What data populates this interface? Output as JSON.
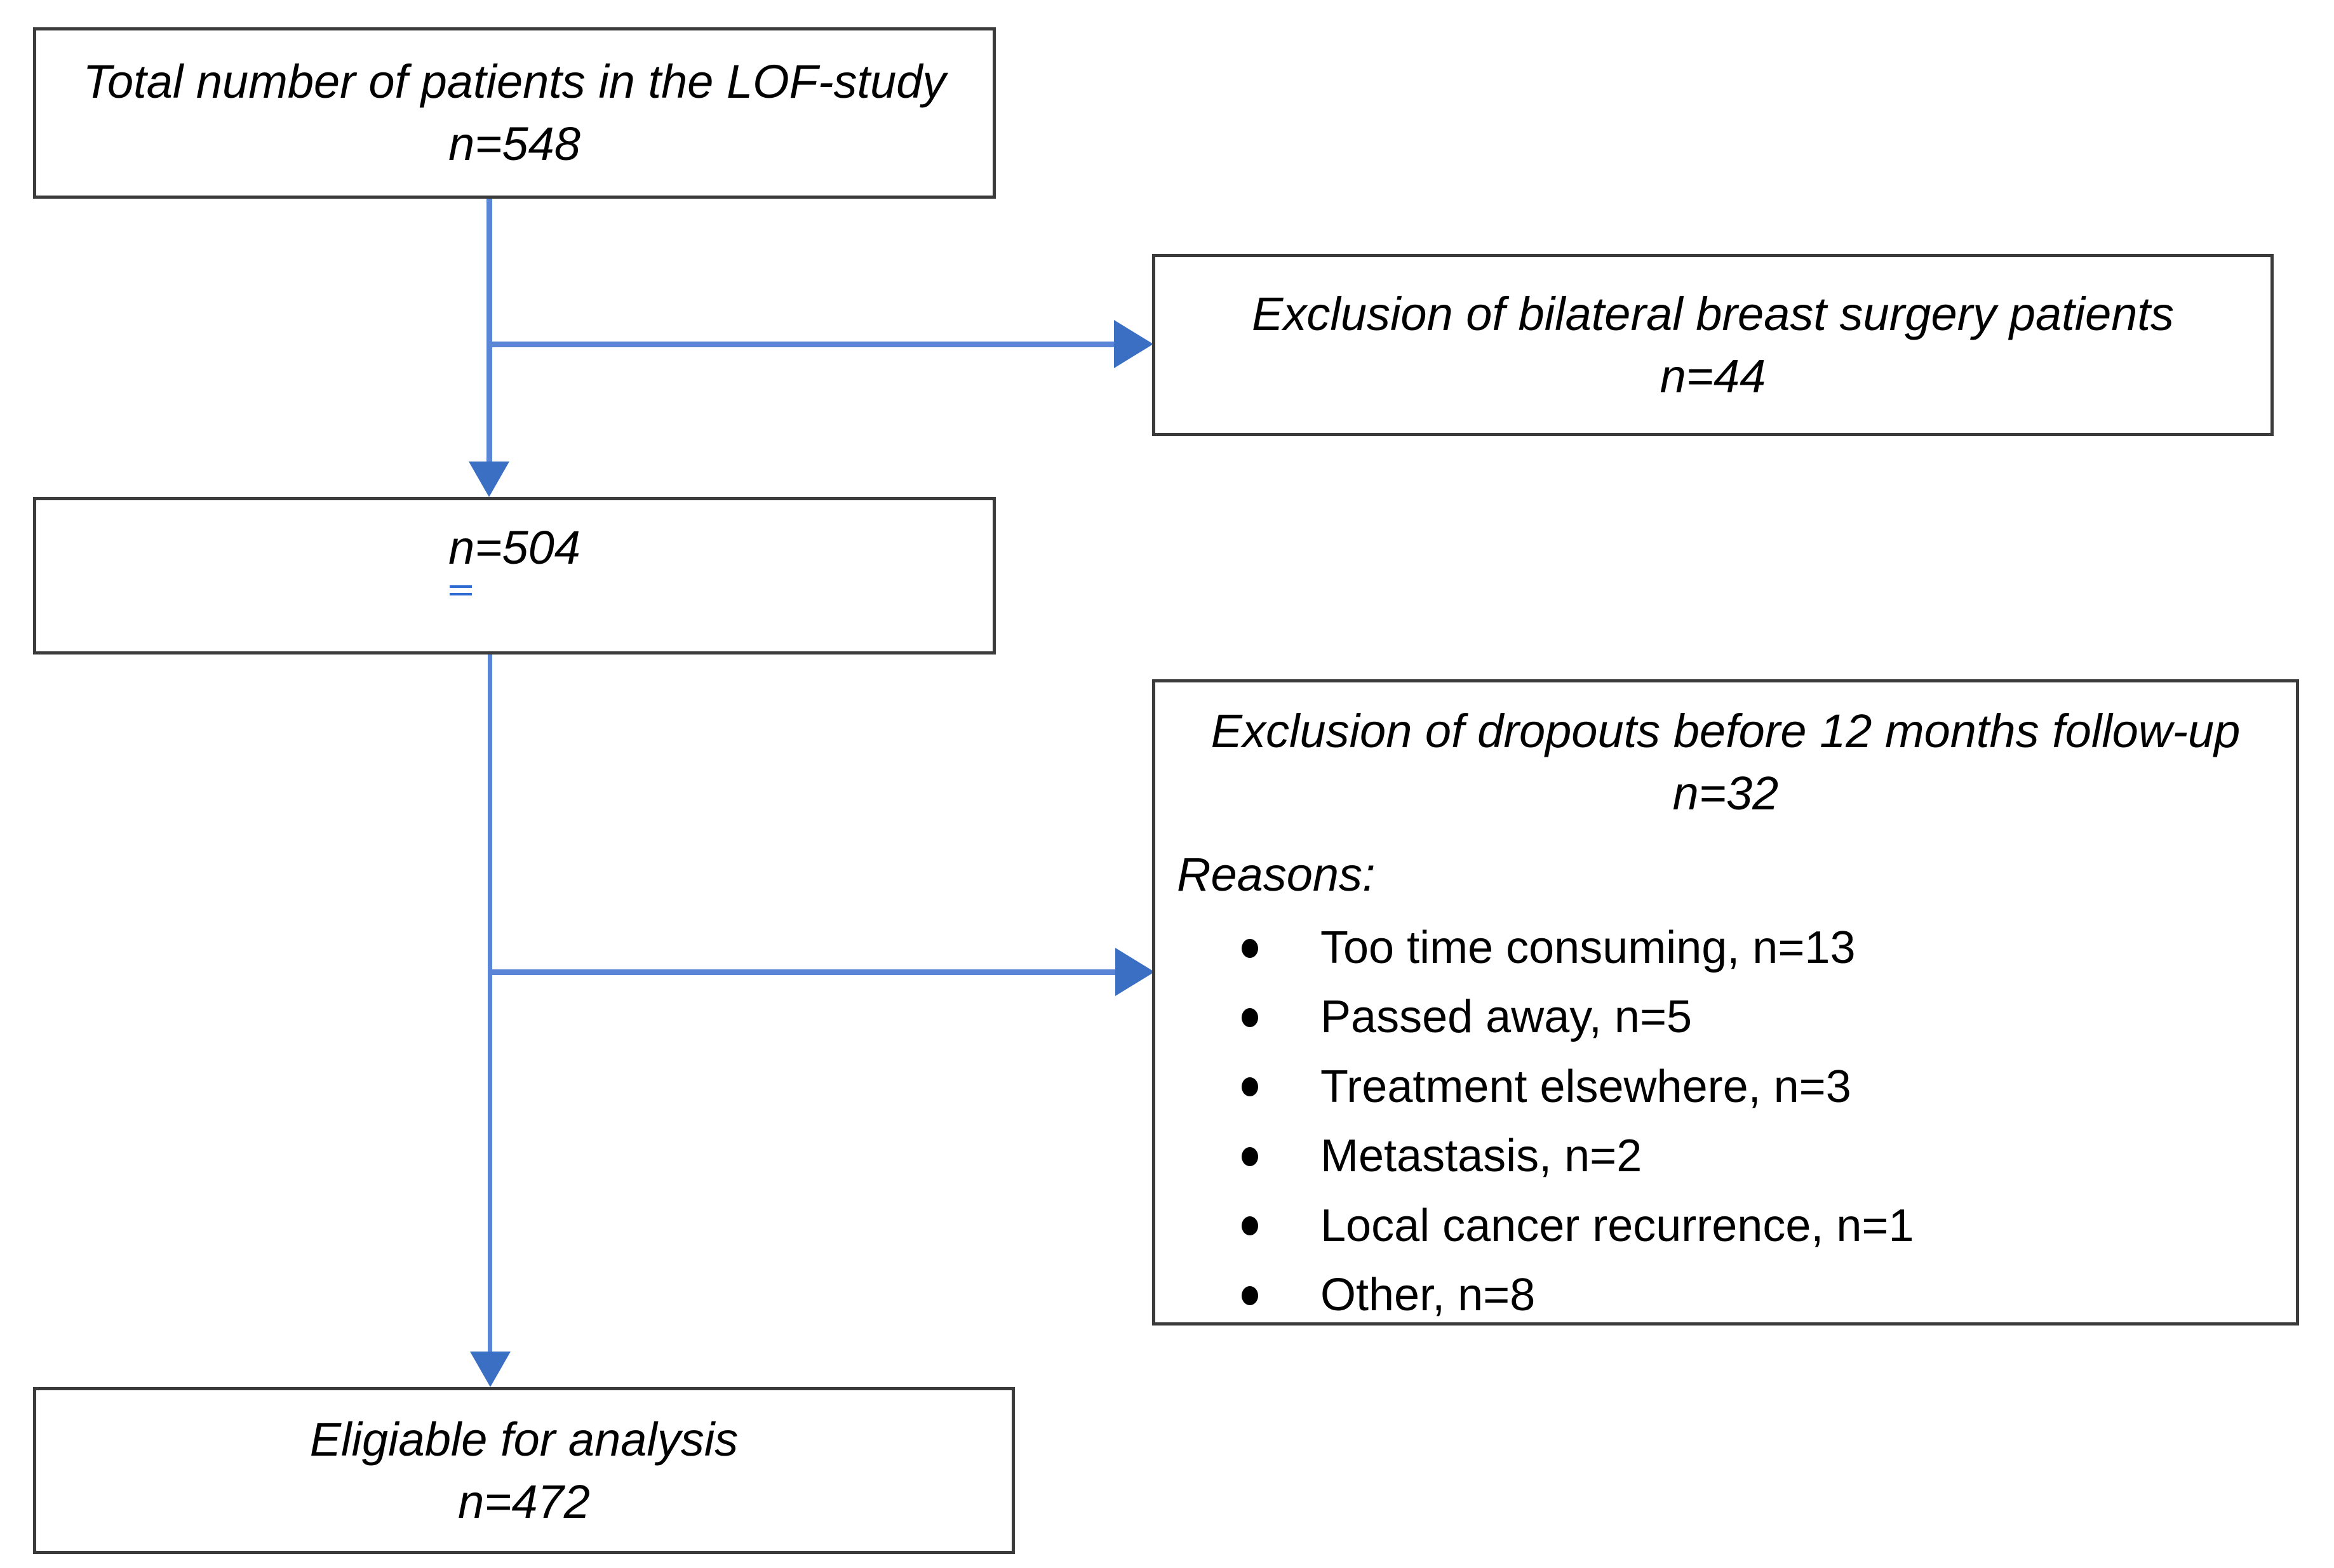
{
  "diagram": {
    "title": "Patient flow diagram (LOF-study)",
    "colors": {
      "connector_line": "#5b85d6",
      "arrow_head": "#3b6fc4",
      "box_border": "#3b3b3b",
      "box_fill": "#ffffff",
      "text": "#000000",
      "grammar_marker": "#2e6ad1"
    },
    "boxes": {
      "total": {
        "line1": "Total number of patients in the LOF-study",
        "line2": "n=548"
      },
      "remaining": {
        "prefix": "n",
        "suffix": "=504"
      },
      "eligible": {
        "line1": "Eligiable for analysis",
        "line2": "n=472"
      },
      "exclusion_bilateral": {
        "line1": "Exclusion of bilateral breast surgery patients",
        "line2": "n=44"
      },
      "exclusion_dropouts": {
        "line1": "Exclusion of dropouts before 12 months follow-up",
        "line2": "n=32",
        "reasons_label": "Reasons:",
        "reasons": [
          "Too time consuming, n=13",
          "Passed away, n=5",
          "Treatment elsewhere, n=3",
          "Metastasis, n=2",
          "Local cancer recurrence, n=1",
          "Other, n=8"
        ]
      }
    }
  }
}
